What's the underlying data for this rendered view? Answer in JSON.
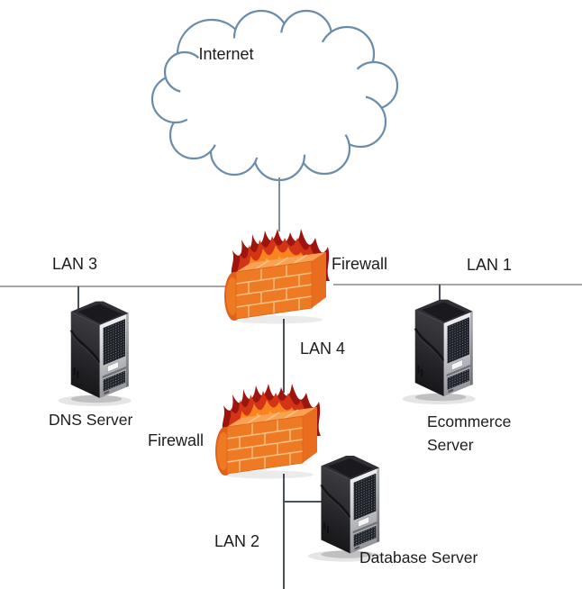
{
  "diagram": {
    "type": "network-topology",
    "nodes": {
      "internet": {
        "label": "Internet",
        "icon": "cloud-icon"
      },
      "firewall_top": {
        "label": "Firewall",
        "icon": "firewall-icon"
      },
      "firewall_bottom": {
        "label": "Firewall",
        "icon": "firewall-icon"
      },
      "dns_server": {
        "label": "DNS Server",
        "icon": "server-icon"
      },
      "ecommerce_server": {
        "label": "Ecommerce Server",
        "icon": "server-icon"
      },
      "database_server": {
        "label": "Database Server",
        "icon": "server-icon"
      }
    },
    "networks": {
      "lan1": {
        "label": "LAN 1"
      },
      "lan2": {
        "label": "LAN 2"
      },
      "lan3": {
        "label": "LAN 3"
      },
      "lan4": {
        "label": "LAN 4"
      }
    },
    "connections": [
      {
        "from": "internet",
        "to": "firewall_top"
      },
      {
        "from": "firewall_top",
        "to": "lan_backbone"
      },
      {
        "from": "lan3_segment",
        "to": "dns_server"
      },
      {
        "from": "lan1_segment",
        "to": "ecommerce_server"
      },
      {
        "from": "firewall_top",
        "to": "firewall_bottom",
        "via": "LAN 4"
      },
      {
        "from": "firewall_bottom",
        "to": "database_server",
        "via": "LAN 2"
      }
    ],
    "colors": {
      "background": "#ffffff",
      "cloud_stroke": "#6a8cab",
      "backbone_line": "#a6a6a6",
      "connector_line": "#49525a",
      "text": "#1c1c1c",
      "wall_orange": "#ee7b23",
      "wall_top": "#f9a254",
      "mortar": "#f8c186",
      "flame_dark_red": "#9e1510",
      "flame_red": "#d43416",
      "flame_orange": "#f9831e",
      "flame_amber": "#fdb440",
      "server_body": "#26262b",
      "server_panel": "#d9dbe0"
    }
  }
}
